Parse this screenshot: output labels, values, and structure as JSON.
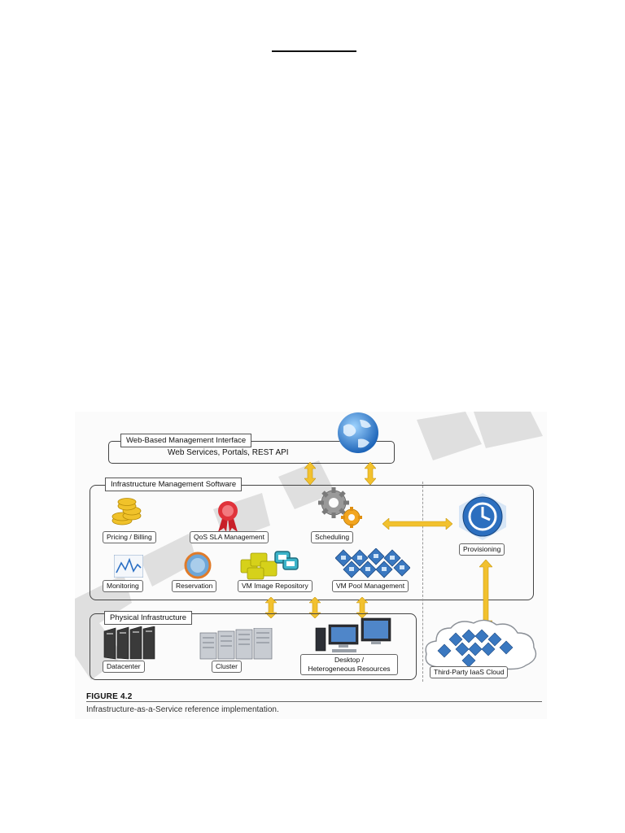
{
  "diagram": {
    "web_interface": {
      "title": "Web-Based Management Interface",
      "subtitle": "Web Services, Portals, REST API"
    },
    "infra_mgmt": {
      "title": "Infrastructure Management Software"
    },
    "components": {
      "pricing": "Pricing / Billing",
      "qos": "QoS SLA Management",
      "scheduling": "Scheduling",
      "monitoring": "Monitoring",
      "reservation": "Reservation",
      "vm_image_repo": "VM Image Repository",
      "vm_pool": "VM Pool Management",
      "provisioning": "Provisioning"
    },
    "physical": {
      "title": "Physical Infrastructure",
      "datacenter": "Datacenter",
      "cluster": "Cluster",
      "desktop": "Desktop /",
      "heterogeneous": "Heterogeneous Resources"
    },
    "third_party": "Third-Party IaaS Cloud"
  },
  "figure": {
    "label": "FIGURE 4.2",
    "caption": "Infrastructure-as-a-Service reference implementation."
  },
  "colors": {
    "arrow": "#f2c12e",
    "globe": "#2a7fd4",
    "coins": "#e8b820",
    "ribbon": "#d8272d",
    "server_blue": "#3a78c0"
  }
}
